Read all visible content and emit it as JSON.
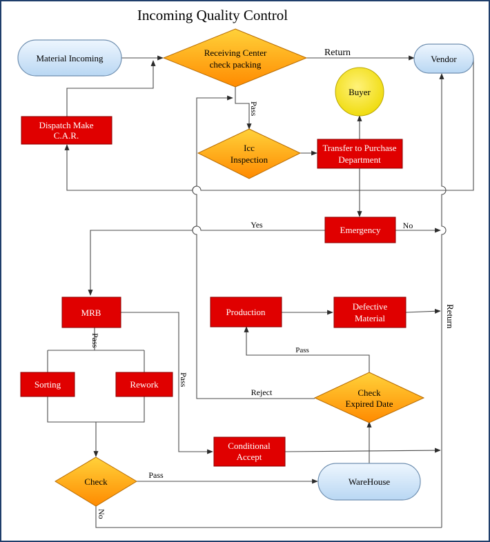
{
  "title": "Incoming Quality Control",
  "colors": {
    "process_fill": "#e00000",
    "process_stroke": "#8a0000",
    "decision_fill_top": "#ffd23a",
    "decision_fill_bottom": "#ff8a00",
    "terminal_fill_top": "#e8f3fd",
    "terminal_fill_bottom": "#b9d7f3",
    "buyer_fill": "#f5e32a",
    "border": "#1f3e6b"
  },
  "nodes": {
    "material_incoming": "Material Incoming",
    "receiving_l1": "Receiving Center",
    "receiving_l2": "check packing",
    "vendor": "Vendor",
    "buyer": "Buyer",
    "dispatch_l1": "Dispatch Make",
    "dispatch_l2": "C.A.R.",
    "icc_l1": "Icc",
    "icc_l2": "Inspection",
    "transfer_l1": "Transfer to Purchase",
    "transfer_l2": "Department",
    "emergency": "Emergency",
    "mrb": "MRB",
    "production": "Production",
    "defective_l1": "Defective",
    "defective_l2": "Material",
    "sorting": "Sorting",
    "rework": "Rework",
    "check_expired_l1": "Check",
    "check_expired_l2": "Expired Date",
    "conditional_l1": "Conditional",
    "conditional_l2": "Accept",
    "check": "Check",
    "warehouse": "WareHouse"
  },
  "edge_labels": {
    "return_top": "Return",
    "pass_receiving": "Pass",
    "yes": "Yes",
    "no_emergency": "No",
    "pass_mrb": "Pass",
    "pass_conditional": "Pass",
    "pass_expired": "Pass",
    "reject": "Reject",
    "pass_check": "Pass",
    "no_check": "No",
    "return_side": "Return"
  }
}
